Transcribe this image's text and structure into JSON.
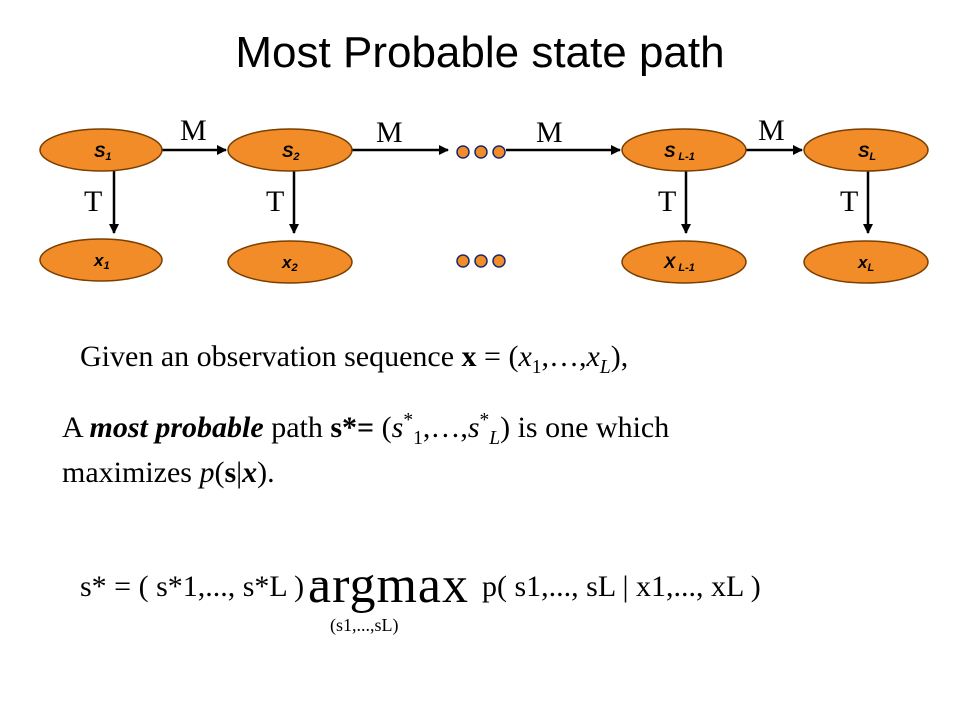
{
  "title": "Most Probable state path",
  "colors": {
    "node_fill": "#f28c28",
    "node_stroke": "#7a3e00",
    "dot_fill": "#f28c28",
    "dot_stroke": "#1a2a6c",
    "arrow": "#000000"
  },
  "nodes": {
    "s1": {
      "main": "S",
      "sub": "1"
    },
    "s2": {
      "main": "S",
      "sub": "2"
    },
    "sL1": {
      "main": "S",
      "sub": "L-1"
    },
    "sL": {
      "main": "S",
      "sub": "L"
    },
    "x1": {
      "main": "x",
      "sub": "1"
    },
    "x2": {
      "main": "x",
      "sub": "2"
    },
    "xL1": {
      "main": "X",
      "sub": "L-1"
    },
    "xL": {
      "main": "x",
      "sub": "L"
    }
  },
  "edge_labels": {
    "m": "M",
    "t": "T"
  },
  "text": {
    "line1_prefix": "Given an observation  sequence ",
    "line1_bold": "x",
    "line1_eq": " = (",
    "line1_x": "x",
    "line1_sub1": "1",
    "line1_mid": ",…,",
    "line1_x2": "x",
    "line1_subL": "L",
    "line1_end": "),",
    "line2_a": "A ",
    "line2_bi": "most probable",
    "line2_b": " path ",
    "line2_s": "s*=",
    "line2_c": " (",
    "line2_s1": "s",
    "line2_star": "*",
    "line2_sub1": "1",
    "line2_mid": ",…,",
    "line2_sL": "s",
    "line2_subL": "L",
    "line2_d": ")  is one which",
    "line3_a": "maximizes  ",
    "line3_p": "p",
    "line3_b": "(",
    "line3_s": "s",
    "line3_bar": "|",
    "line3_x": "x",
    "line3_c": ")."
  },
  "formula": {
    "left": "s* = ( s*1,..., s*L ) =",
    "argmax": "argmax",
    "argmax_sub": "(s1,...,sL)",
    "right": "p( s1,..., sL | x1,..., xL )"
  }
}
